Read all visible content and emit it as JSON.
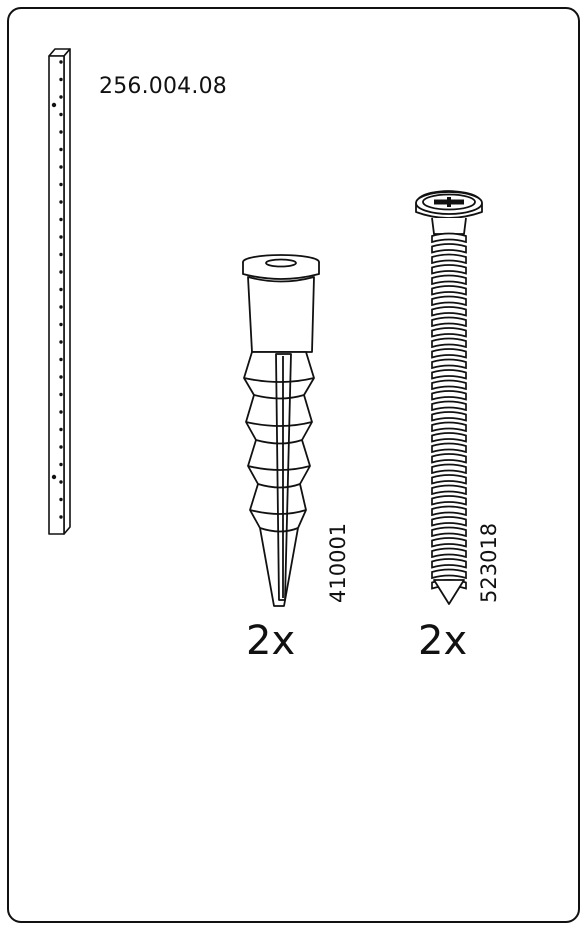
{
  "rail": {
    "article_number": "256.004.08"
  },
  "parts": [
    {
      "name": "wall-plug",
      "code": "410001",
      "quantity": "2x"
    },
    {
      "name": "screw",
      "code": "523018",
      "quantity": "2x"
    }
  ],
  "colors": {
    "line": "#111111",
    "paper": "#ffffff"
  }
}
